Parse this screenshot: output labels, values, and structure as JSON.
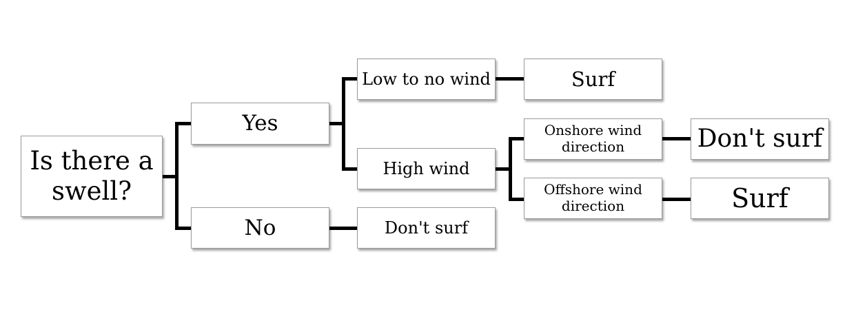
{
  "diagram": {
    "root": "Is there a swell?",
    "answers": {
      "yes": "Yes",
      "no": "No"
    },
    "yes_branch": {
      "low_wind": "Low to no wind",
      "low_wind_result": "Surf",
      "high_wind": "High wind",
      "onshore": "Onshore wind direction",
      "onshore_result": "Don't surf",
      "offshore": "Offshore wind direction",
      "offshore_result": "Surf"
    },
    "no_branch": {
      "no_result": "Don't surf"
    }
  },
  "colors": {
    "line": "#000000",
    "box_border": "#9a9a9a",
    "box_fill": "#ffffff"
  }
}
